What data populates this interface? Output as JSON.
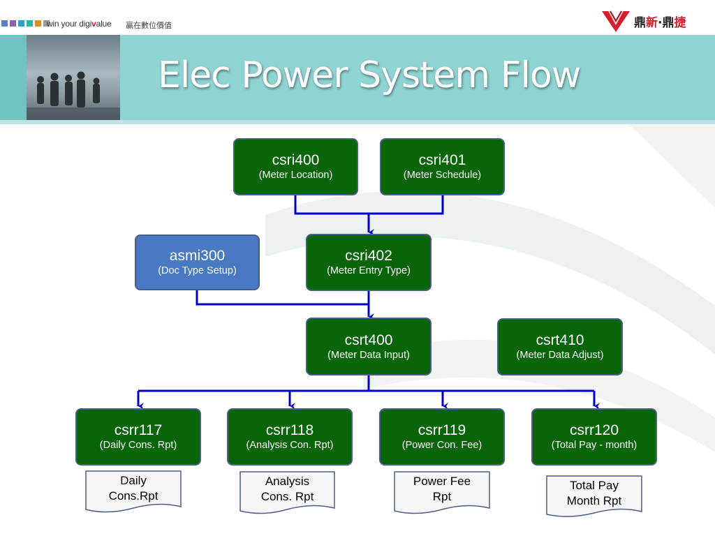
{
  "header": {
    "tagline_prefix": "win your digi",
    "tagline_v": "v",
    "tagline_suffix": "alue",
    "tagline_cn": "贏在數位價值",
    "brand_part1": "鼎",
    "brand_part2": "新",
    "brand_sep": "·",
    "brand_part3": "鼎",
    "brand_part4": "捷",
    "brand_colors": {
      "red": "#d4202a",
      "dark": "#222222"
    },
    "squares_colors": [
      "#5b7fc0",
      "#8a63b5",
      "#2fa0c8",
      "#2fb5a0",
      "#e08a2a",
      "#9a9a9a"
    ]
  },
  "title": "Elec Power System Flow",
  "colors": {
    "green_node": "#086608",
    "blue_node": "#4a79c4",
    "connector": "#0000cc",
    "banner": "#8fd3d3"
  },
  "nodes": {
    "csri400": {
      "code": "csri400",
      "desc": "(Meter Location)"
    },
    "csri401": {
      "code": "csri401",
      "desc": "(Meter Schedule)"
    },
    "asmi300": {
      "code": "asmi300",
      "desc": "(Doc Type Setup)"
    },
    "csri402": {
      "code": "csri402",
      "desc": "(Meter Entry Type)"
    },
    "csrt400": {
      "code": "csrt400",
      "desc": "(Meter Data Input)"
    },
    "csrt410": {
      "code": "csrt410",
      "desc": "(Meter Data Adjust)"
    },
    "csrr117": {
      "code": "csrr117",
      "desc": "(Daily Cons. Rpt)"
    },
    "csrr118": {
      "code": "csrr118",
      "desc": "(Analysis Con. Rpt)"
    },
    "csrr119": {
      "code": "csrr119",
      "desc": "(Power Con. Fee)"
    },
    "csrr120": {
      "code": "csrr120",
      "desc": "(Total Pay  - month)"
    }
  },
  "documents": {
    "doc117": {
      "line1": "Daily",
      "line2": "Cons.Rpt"
    },
    "doc118": {
      "line1": "Analysis",
      "line2": "Cons.  Rpt"
    },
    "doc119": {
      "line1": "Power Fee",
      "line2": "Rpt"
    },
    "doc120": {
      "line1": "Total Pay",
      "line2": "Month Rpt"
    }
  }
}
